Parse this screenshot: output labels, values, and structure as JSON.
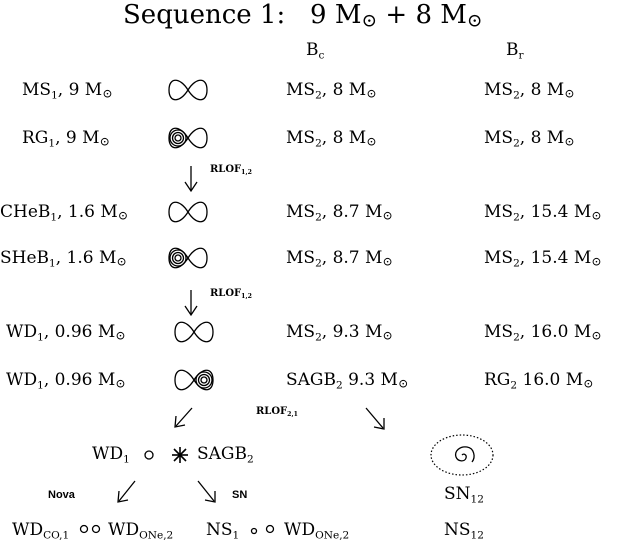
{
  "title": {
    "label": "Sequence 1:",
    "m1": "9 M",
    "plus": "+",
    "m2": "8 M"
  },
  "headers": {
    "bc_main": "B",
    "bc_sub": "c",
    "br_main": "B",
    "br_sub": "r"
  },
  "sun_symbol": "⊙",
  "rows": [
    {
      "left": {
        "name": "MS",
        "sub": "1",
        "mass": ", 9 M"
      },
      "bc": {
        "name": "MS",
        "sub": "2",
        "mass": ", 8 M"
      },
      "br": {
        "name": "MS",
        "sub": "2",
        "mass": ", 8 M"
      }
    },
    {
      "left": {
        "name": "RG",
        "sub": "1",
        "mass": ", 9 M"
      },
      "bc": {
        "name": "MS",
        "sub": "2",
        "mass": ", 8 M"
      },
      "br": {
        "name": "MS",
        "sub": "2",
        "mass": ", 8 M"
      }
    },
    {
      "left": {
        "name": "CHeB",
        "sub": "1",
        "mass": ", 1.6 M"
      },
      "bc": {
        "name": "MS",
        "sub": "2",
        "mass": ", 8.7 M"
      },
      "br": {
        "name": "MS",
        "sub": "2",
        "mass": ", 15.4 M"
      }
    },
    {
      "left": {
        "name": "SHeB",
        "sub": "1",
        "mass": ", 1.6 M"
      },
      "bc": {
        "name": "MS",
        "sub": "2",
        "mass": ", 8.7 M"
      },
      "br": {
        "name": "MS",
        "sub": "2",
        "mass": ", 15.4 M"
      }
    },
    {
      "left": {
        "name": "WD",
        "sub": "1",
        "mass": ", 0.96 M"
      },
      "bc": {
        "name": "MS",
        "sub": "2",
        "mass": ", 9.3 M"
      },
      "br": {
        "name": "MS",
        "sub": "2",
        "mass": ", 16.0 M"
      }
    },
    {
      "left": {
        "name": "WD",
        "sub": "1",
        "mass": ", 0.96 M"
      },
      "bc": {
        "name": "SAGB",
        "sub": "2",
        "mass": " 9.3 M"
      },
      "br": {
        "name": "RG",
        "sub": "2",
        "mass": " 16.0 M"
      }
    }
  ],
  "rlof12": {
    "main": "RLOF",
    "sub": "1,2"
  },
  "rlof21": {
    "main": "RLOF",
    "sub": "2,1"
  },
  "merge_row": {
    "wd": "WD",
    "wd_sub": "1",
    "sagb": "SAGB",
    "sagb_sub": "2"
  },
  "nova_label": "Nova",
  "sn_label": "SN",
  "sn12": {
    "main": "SN",
    "sub": "12"
  },
  "final": {
    "wdco": "WD",
    "wdco_sub": "CO,1",
    "wdone1": "WD",
    "wdone1_sub": "ONe,2",
    "ns": "NS",
    "ns_sub": "1",
    "wdone2": "WD",
    "wdone2_sub": "ONe,2",
    "ns12": "NS",
    "ns12_sub": "12"
  }
}
